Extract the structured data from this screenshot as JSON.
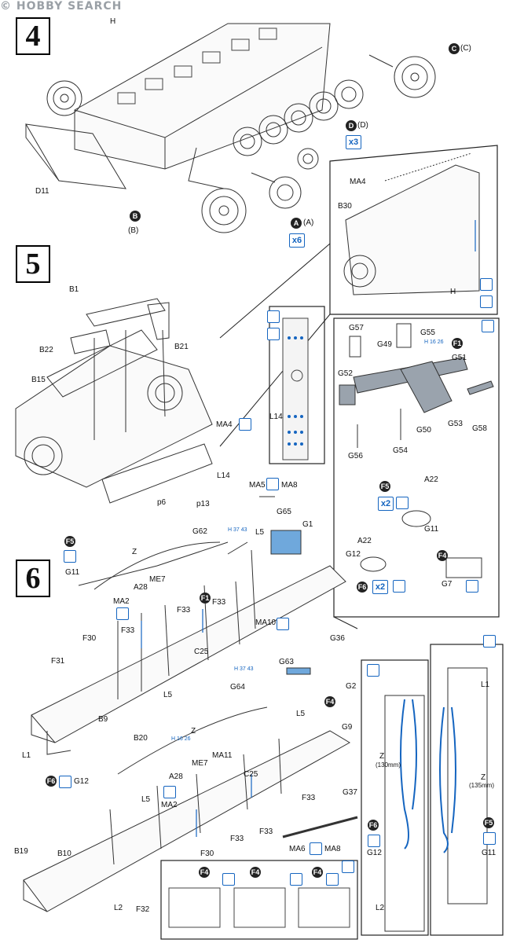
{
  "watermark": {
    "brand": "HOBBY SEARCH",
    "copyright": "©"
  },
  "steps": {
    "s4": "4",
    "s5": "5",
    "s6": "6"
  },
  "labels": {
    "H": "H",
    "D11": "D11",
    "C_C": "(C)",
    "C1": "C",
    "D1": "D",
    "D_D": "(D)",
    "x3": "x3",
    "B1s4": "B",
    "B_B": "(B)",
    "A1": "A",
    "A_A": "(A)",
    "x6": "x6",
    "MA4_top": "MA4",
    "B30": "B30",
    "H2": "H",
    "B1": "B1",
    "B22": "B22",
    "B21": "B21",
    "B15": "B15",
    "MA4": "MA4",
    "L14": "L14",
    "L14b": "L14",
    "p6": "p6",
    "p13": "p13",
    "G57": "G57",
    "G55": "G55",
    "H16_26": "H 16 26",
    "F1a": "F1",
    "G49": "G49",
    "G51": "G51",
    "G52": "G52",
    "G50": "G50",
    "G53": "G53",
    "G58": "G58",
    "G56": "G56",
    "G54": "G54",
    "MA5": "MA5",
    "MA8": "MA8",
    "G65": "G65",
    "G1": "G1",
    "G62": "G62",
    "H37_43": "H 37 43",
    "L5a": "L5",
    "F5a": "F5",
    "x2a": "x2",
    "A22a": "A22",
    "G11a": "G11",
    "A22b": "A22",
    "G12a": "G12",
    "F6a": "F6",
    "x2b": "x2",
    "F4a": "F4",
    "G7": "G7",
    "F5b": "F5",
    "Z": "Z",
    "G11": "G11",
    "A28": "A28",
    "ME7": "ME7",
    "F1b": "F1",
    "MA2": "MA2",
    "F33a": "F33",
    "F33b": "F33",
    "F33c": "F33",
    "MA10": "MA10",
    "G36": "G36",
    "C25": "C25",
    "F30": "F30",
    "F31": "F31",
    "L5b": "L5",
    "B9": "B9",
    "B20": "B20",
    "L1": "L1",
    "H37_43b": "H 37 43",
    "G63": "G63",
    "G64": "G64",
    "F4b": "F4",
    "G2": "G2",
    "L5c": "L5",
    "G9": "G9",
    "H16_26b": "H 16 26",
    "Z2": "Z",
    "MA11": "MA11",
    "ME7b": "ME7",
    "A28b": "A28",
    "C25b": "C25",
    "F6b": "F6",
    "G12": "G12",
    "MA2b": "MA2",
    "L5d": "L5",
    "F33d": "F33",
    "F33e": "F33",
    "G37": "G37",
    "F33f": "F33",
    "F30b": "F30",
    "MA6": "MA6",
    "MA8b": "MA8",
    "B19": "B19",
    "B10": "B10",
    "L2": "L2",
    "F32": "F32",
    "F4c": "F4",
    "F4d": "F4",
    "F4e": "F4",
    "Za": "Z",
    "Z130": "(130mm)",
    "F6c": "F6",
    "G12b": "G12",
    "L2b": "L2",
    "L1b": "L1",
    "Zb": "Z",
    "Z135": "(135mm)",
    "F5c": "F5",
    "G11b": "G11"
  },
  "colors": {
    "accent": "#1565c0",
    "ink": "#111111",
    "fill_blue": "#6fa8dc"
  },
  "icons": [
    "paint-brush-icon",
    "glue-drop-icon",
    "cement-icon",
    "drybrush-icon"
  ]
}
